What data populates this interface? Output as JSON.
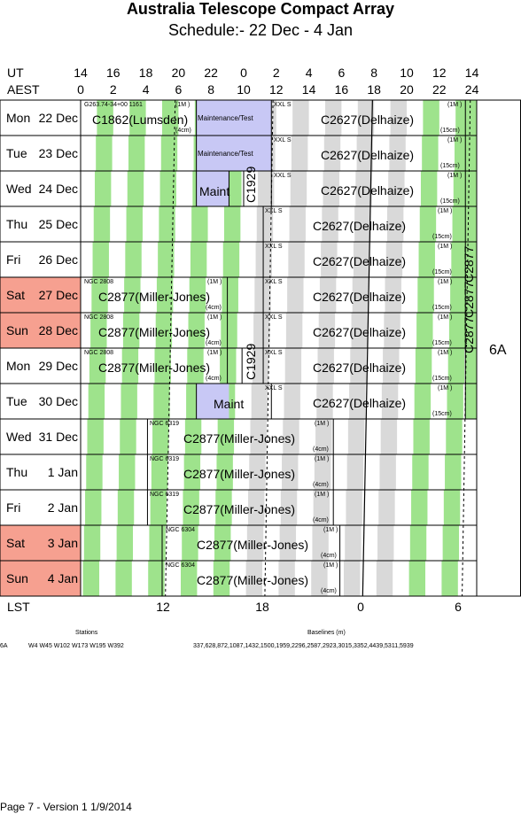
{
  "title": "Australia Telescope Compact Array",
  "subtitle": "Schedule:- 22 Dec - 4  Jan",
  "axes": {
    "ut_label": "UT",
    "aest_label": "AEST",
    "ut_ticks": [
      "14",
      "16",
      "18",
      "20",
      "22",
      "0",
      "2",
      "4",
      "6",
      "8",
      "10",
      "12",
      "14"
    ],
    "aest_ticks": [
      "0",
      "2",
      "4",
      "6",
      "8",
      "10",
      "12",
      "14",
      "16",
      "18",
      "20",
      "22",
      "24"
    ],
    "lst_label": "LST",
    "lst_ticks": [
      "12",
      "18",
      "0",
      "6"
    ]
  },
  "config": "6A",
  "rows": [
    {
      "day": "Mon",
      "date": "22 Dec",
      "weekend": false
    },
    {
      "day": "Tue",
      "date": "23 Dec",
      "weekend": false
    },
    {
      "day": "Wed",
      "date": "24 Dec",
      "weekend": false
    },
    {
      "day": "Thu",
      "date": "25 Dec",
      "weekend": false
    },
    {
      "day": "Fri",
      "date": "26 Dec",
      "weekend": false
    },
    {
      "day": "Sat",
      "date": "27 Dec",
      "weekend": true
    },
    {
      "day": "Sun",
      "date": "28 Dec",
      "weekend": true
    },
    {
      "day": "Mon",
      "date": "29 Dec",
      "weekend": false
    },
    {
      "day": "Tue",
      "date": "30 Dec",
      "weekend": false
    },
    {
      "day": "Wed",
      "date": "31 Dec",
      "weekend": false
    },
    {
      "day": "Thu",
      "date": "1 Jan",
      "weekend": false
    },
    {
      "day": "Fri",
      "date": "2 Jan",
      "weekend": false
    },
    {
      "day": "Sat",
      "date": "3 Jan",
      "weekend": true
    },
    {
      "day": "Sun",
      "date": "4 Jan",
      "weekend": true
    }
  ],
  "labels": {
    "c1862": "C1862(Lumsden)",
    "c2627": "C2627(Delhaize)",
    "c2877": "C2877(Miller-Jones)",
    "c1929": "C1929",
    "c2877v": "C2877",
    "maint": "Maint",
    "maintenance": "Maintenance/Test",
    "xxls": "XXL S",
    "m1": "(1M )",
    "cm15": "(15cm)",
    "cm4": "(4cm)",
    "g263": "G263.74-34+00 1161",
    "ngc2808": "NGC 2808",
    "ngc6319": "NGC 6319",
    "ngc6304": "NGC 6304"
  },
  "footer": {
    "stations_label": "Stations",
    "baselines_label": "Baselines (m)",
    "config": "6A",
    "stations": "W4 W45 W102 W173 W195 W392",
    "baselines": "337,628,872,1087,1432,1500,1959,2296,2587,2923,3015,3352,4439,5311,5939",
    "page": "Page 7 - Version 1  1/9/2014"
  },
  "colors": {
    "green": "#9ee38c",
    "grey": "#d9d9d9",
    "lavender": "#c8c8f5",
    "weekend": "#f6a090",
    "grid": "#000000"
  }
}
